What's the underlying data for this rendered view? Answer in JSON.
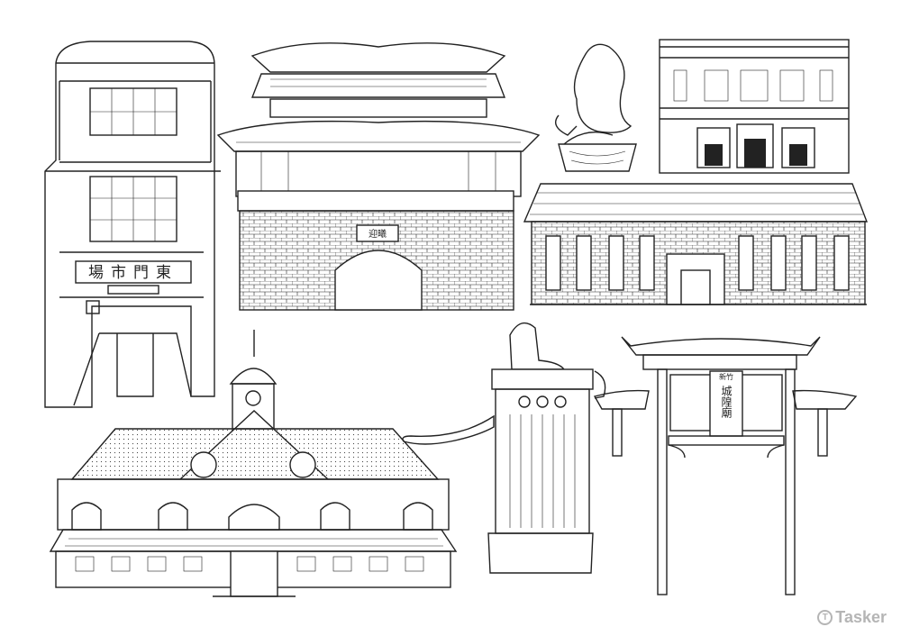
{
  "illustrations": {
    "market_sign": "場市門東",
    "gate_plaque": "迎曦",
    "temple_sign_top": "新竹",
    "temple_sign_main": "城隍廟"
  },
  "watermark": {
    "brand": "Tasker",
    "icon": "tasker-logo-icon",
    "color": "#b5b5b5"
  },
  "line_color": "#222222"
}
